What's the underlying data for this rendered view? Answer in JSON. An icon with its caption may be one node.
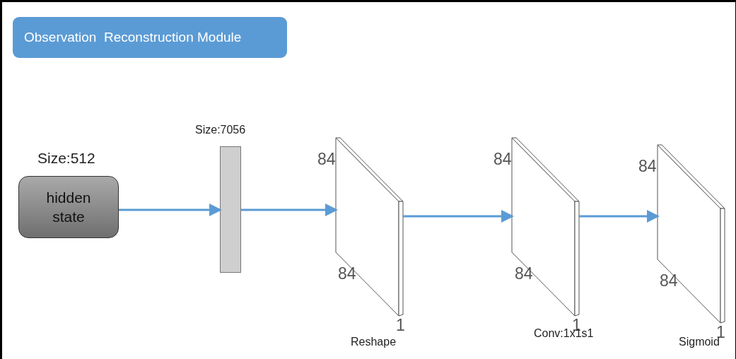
{
  "diagram": {
    "title": "Observation  Reconstruction Module",
    "nodes": [
      {
        "text": [
          "hidden state"
        ],
        "beside": [
          "Size:512"
        ]
      },
      {
        "text": [],
        "shape": "bar",
        "beside": [
          "Size:7056"
        ]
      },
      {
        "text": [],
        "shape": "box",
        "beside": [
          "84",
          "84",
          "1",
          "Reshape"
        ]
      },
      {
        "text": [],
        "shape": "box",
        "beside": [
          "84",
          "84",
          "1",
          "Conv:1x1s1"
        ]
      },
      {
        "text": [],
        "shape": "box",
        "beside": [
          "84",
          "84",
          "1",
          "Sigmoid"
        ]
      }
    ],
    "edges": [
      {
        "from": 0,
        "to": 1,
        "arrow": "to"
      },
      {
        "from": 1,
        "to": 2,
        "arrow": "to"
      },
      {
        "from": 2,
        "to": 3,
        "arrow": "to"
      },
      {
        "from": 3,
        "to": 4,
        "arrow": "to"
      }
    ]
  }
}
